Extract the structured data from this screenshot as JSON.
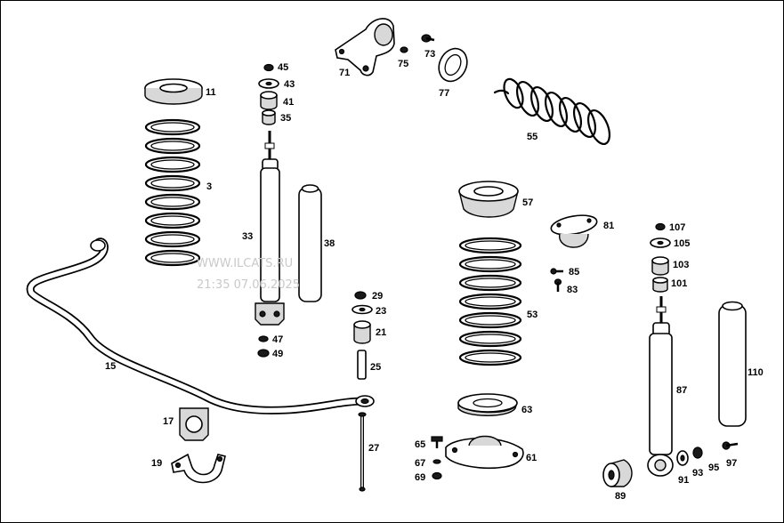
{
  "diagram": {
    "watermark": [
      "WWW.ILCATS.RU",
      "21:35 07.06.2025"
    ],
    "callouts": {
      "p3": "3",
      "p11": "11",
      "p15": "15",
      "p17": "17",
      "p19": "19",
      "p21": "21",
      "p23": "23",
      "p25": "25",
      "p27": "27",
      "p29": "29",
      "p33": "33",
      "p35": "35",
      "p38": "38",
      "p41": "41",
      "p43": "43",
      "p45": "45",
      "p47": "47",
      "p49": "49",
      "p53": "53",
      "p55": "55",
      "p57": "57",
      "p61": "61",
      "p63": "63",
      "p65": "65",
      "p67": "67",
      "p69": "69",
      "p71": "71",
      "p73": "73",
      "p75": "75",
      "p77": "77",
      "p81": "81",
      "p83": "83",
      "p85": "85",
      "p87": "87",
      "p89": "89",
      "p91": "91",
      "p93": "93",
      "p95": "95",
      "p97": "97",
      "p101": "101",
      "p103": "103",
      "p105": "105",
      "p107": "107",
      "p110": "110"
    }
  }
}
